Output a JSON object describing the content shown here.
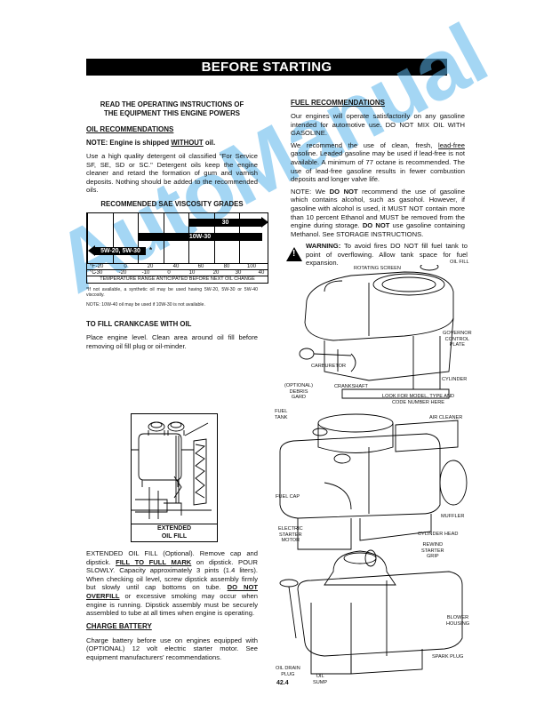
{
  "header": {
    "title": "BEFORE STARTING"
  },
  "left": {
    "intro": [
      "READ THE OPERATING INSTRUCTIONS OF",
      "THE EQUIPMENT THIS ENGINE POWERS"
    ],
    "oil_heading": "OIL RECOMMENDATIONS",
    "note_prefix": "NOTE: Engine is shipped ",
    "note_emph": "WITHOUT",
    "note_suffix": " oil.",
    "oil_para": "Use a high quality detergent oil classified \"For Service SF, SE, SD or SC.\" Detergent oils keep the engine cleaner and retard the formation of gum and varnish deposits. Nothing should be added to the recommended oils.",
    "viscosity_heading": "RECOMMENDED SAE VISCOSITY GRADES",
    "footnote1": "*If not available, a synthetic oil may be used having 5W-20, 5W-30 or 5W-40 viscosity.",
    "footnote2": "NOTE: 10W-40 oil may be used if 10W-30 is not available.",
    "crankcase_heading": "TO FILL CRANKCASE WITH OIL",
    "crankcase_para": "Place engine level. Clean area around oil fill before removing oil fill plug or oil-minder.",
    "figure_caption": [
      "EXTENDED",
      "OIL FILL"
    ],
    "ext_p1": "EXTENDED OIL FILL (Optional). Remove cap and dipstick. ",
    "ext_emph1": "FILL TO FULL MARK",
    "ext_p2": " on dipstick. POUR SLOWLY. Capacity approximately 3 pints (1.4 liters). When checking oil level, screw dipstick assembly firmly but slowly until cap bottoms on tube. ",
    "ext_emph2": "DO NOT OVERFILL",
    "ext_p3": " or excessive smoking may occur when engine is running. Dipstick assembly must be securely assembled to tube at all times when engine is operating.",
    "battery_heading": "CHARGE BATTERY",
    "battery_para": "Charge battery before use on engines equipped with (OPTIONAL) 12 volt electric starter motor. See equipment manufacturers' recommendations."
  },
  "right": {
    "fuel_heading": "FUEL RECOMMENDATIONS",
    "fuel_p1": "Our engines will operate satisfactorily on any gasoline intended for automotive use. DO NOT MIX OIL WITH GASOLINE.",
    "fuel_p2a": "We recommend the use of clean, fresh, ",
    "fuel_p2_emph": "lead-free",
    "fuel_p2b": " gasoline. Leaded gasoline may be used if lead-free is not available. A minimum of 77 octane is recommended. The use of lead-free gasoline results in fewer combustion deposits and longer valve life.",
    "fuel_p3a": "NOTE: We ",
    "fuel_p3_emph1": "DO NOT",
    "fuel_p3b": " recommend the use of gasoline which contains alcohol, such as gasohol. However, if gasoline with alcohol is used, it MUST NOT contain more than 10 percent Ethanol and MUST be removed from the engine during storage. ",
    "fuel_p3_emph2": "DO NOT",
    "fuel_p3c": " use gasoline containing Methanol. See STORAGE INSTRUCTIONS.",
    "warning_label": "WARNING:",
    "warning_text": " To avoid fires DO NOT fill fuel tank to point of overflowing. Allow tank space for fuel expansion."
  },
  "diagram_labels": {
    "rotating_screen": "ROTATING SCREEN",
    "oil_fill": "OIL FILL",
    "governor": "GOVERNOR\nCONTROL\nPLATE",
    "carburetor": "CARBURETOR",
    "cylinder": "CYLINDER",
    "debris_gard": "(OPTIONAL)\nDEBRIS\nGARD",
    "crankshaft": "CRANKSHAFT",
    "model_number": "LOOK FOR MODEL, TYPE AND\nCODE NUMBER HERE",
    "fuel_tank": "FUEL\nTANK",
    "air_cleaner": "AIR CLEANER",
    "fuel_cap": "FUEL CAP",
    "muffler": "MUFFLER",
    "electric_starter": "ELECTRIC\nSTARTER\nMOTOR",
    "cylinder_head": "CYLINDER HEAD",
    "rewind_starter": "REWIND\nSTARTER\nGRIP",
    "blower_housing": "BLOWER\nHOUSING",
    "spark_plug": "SPARK PLUG",
    "oil_drain": "OIL DRAIN\nPLUG",
    "oil_sump": "OIL\nSUMP"
  },
  "page_number": "42.4",
  "watermark": "AutoManual",
  "chart_data": {
    "type": "bar",
    "title": "RECOMMENDED SAE VISCOSITY GRADES",
    "xlabel": "TEMPERATURE RANGE ANTICIPATED BEFORE NEXT OIL CHANGE",
    "fahrenheit_ticks": [
      "-20",
      "0",
      "20",
      "40",
      "60",
      "80",
      "100"
    ],
    "celsius_ticks": [
      "-30",
      "-20",
      "-10",
      "0",
      "10",
      "20",
      "30",
      "40"
    ],
    "fahrenheit_label": "°F",
    "celsius_label": "°C",
    "series": [
      {
        "name": "30",
        "range_f": [
          40,
          110
        ],
        "open_end": "right"
      },
      {
        "name": "10W-30",
        "range_f": [
          0,
          100
        ]
      },
      {
        "name": "5W-20, 5W-30",
        "range_f": [
          -30,
          20
        ],
        "open_end": "left",
        "note": "*"
      }
    ],
    "xlim_f": [
      -25,
      110
    ],
    "grid": true
  }
}
